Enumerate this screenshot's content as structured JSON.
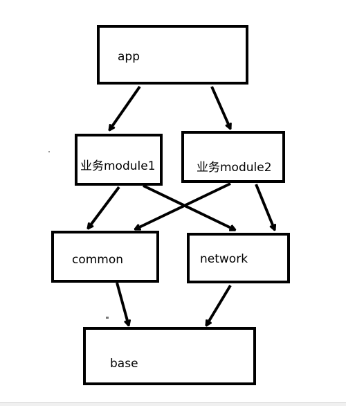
{
  "diagram": {
    "nodes": {
      "app": "app",
      "module1": "业务module1",
      "module2": "业务module2",
      "common": "common",
      "network": "network",
      "base": "base"
    },
    "edges": [
      [
        "app",
        "module1"
      ],
      [
        "app",
        "module2"
      ],
      [
        "module1",
        "common"
      ],
      [
        "module1",
        "network"
      ],
      [
        "module2",
        "common"
      ],
      [
        "module2",
        "network"
      ],
      [
        "common",
        "base"
      ],
      [
        "network",
        "base"
      ]
    ]
  }
}
